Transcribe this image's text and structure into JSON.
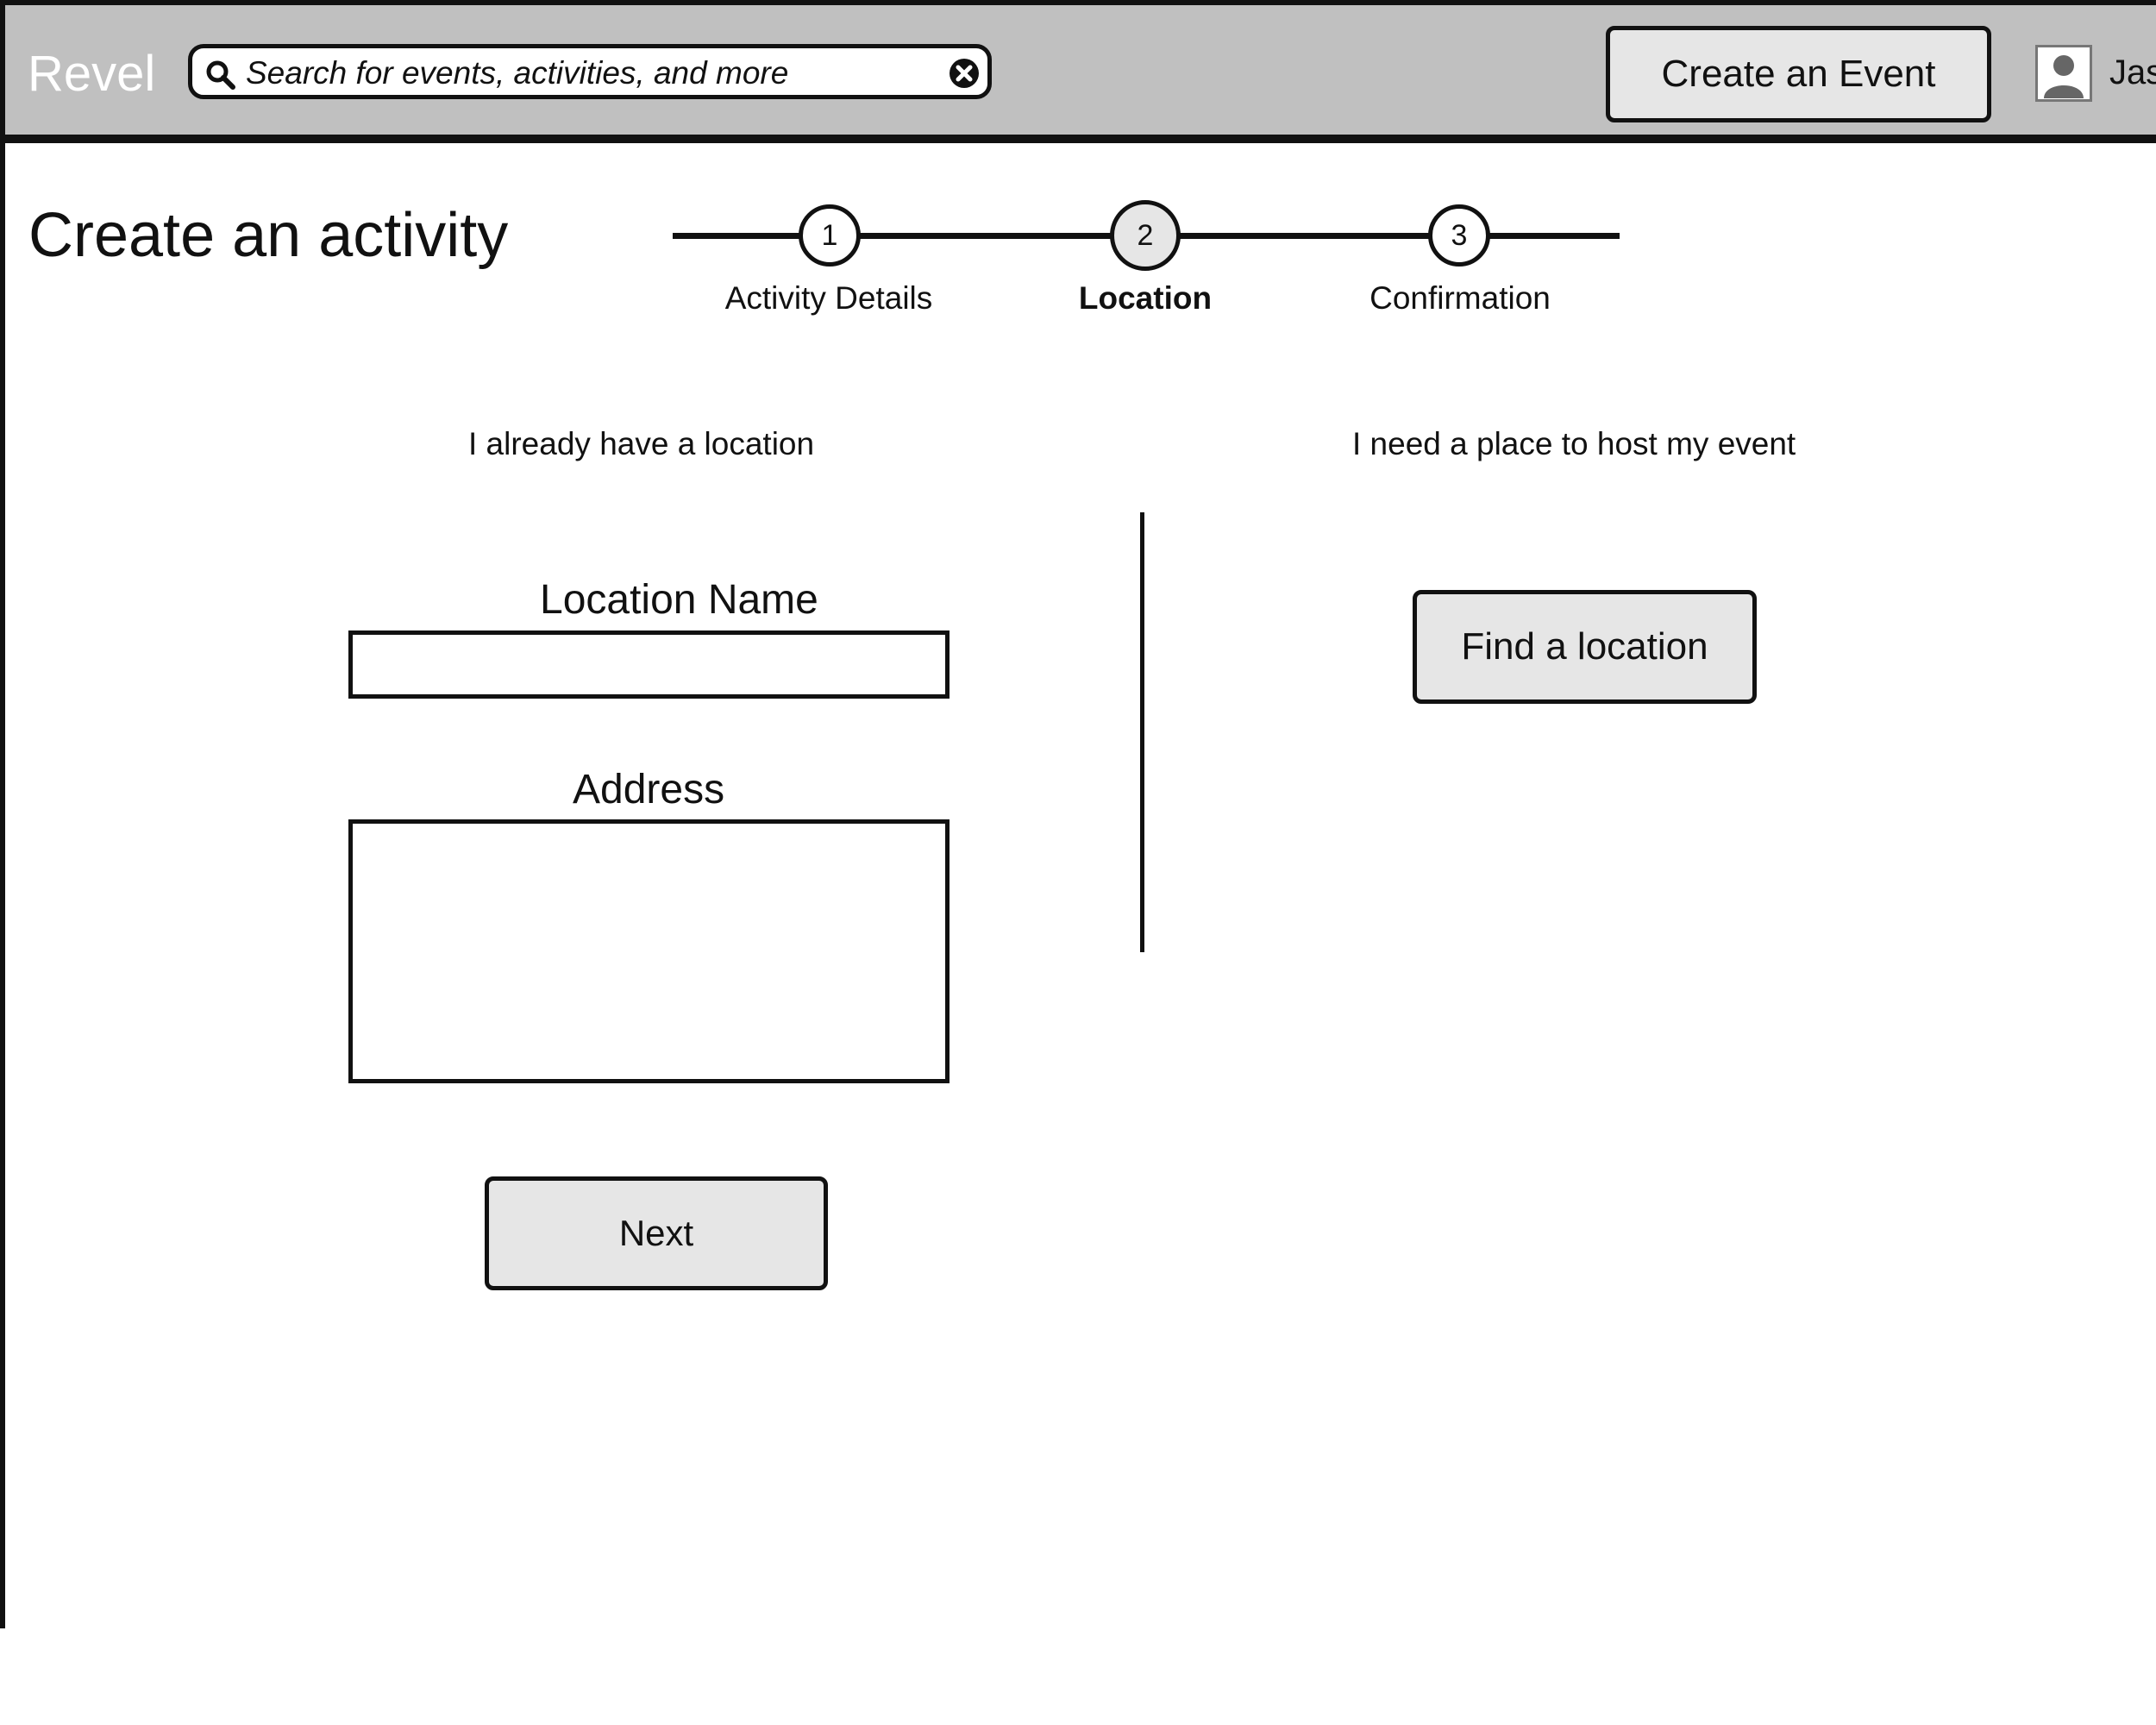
{
  "header": {
    "brand": "Revel",
    "search_placeholder": "Search for events, activities, and more",
    "create_event_label": "Create an Event",
    "username": "Jasp"
  },
  "page": {
    "title": "Create an activity"
  },
  "stepper": {
    "current_step": 2,
    "steps": [
      {
        "number": "1",
        "label": "Activity Details"
      },
      {
        "number": "2",
        "label": "Location"
      },
      {
        "number": "3",
        "label": "Confirmation"
      }
    ]
  },
  "existing_location": {
    "heading": "I already have a location",
    "location_name_label": "Location Name",
    "location_name_value": "",
    "address_label": "Address",
    "address_value": "",
    "next_label": "Next"
  },
  "need_location": {
    "heading": "I need a place to host my event",
    "find_label": "Find a location"
  },
  "colors": {
    "header_bg": "#c0c0c0",
    "button_bg": "#e6e6e6",
    "border": "#111111",
    "brand_text": "#ffffff"
  }
}
